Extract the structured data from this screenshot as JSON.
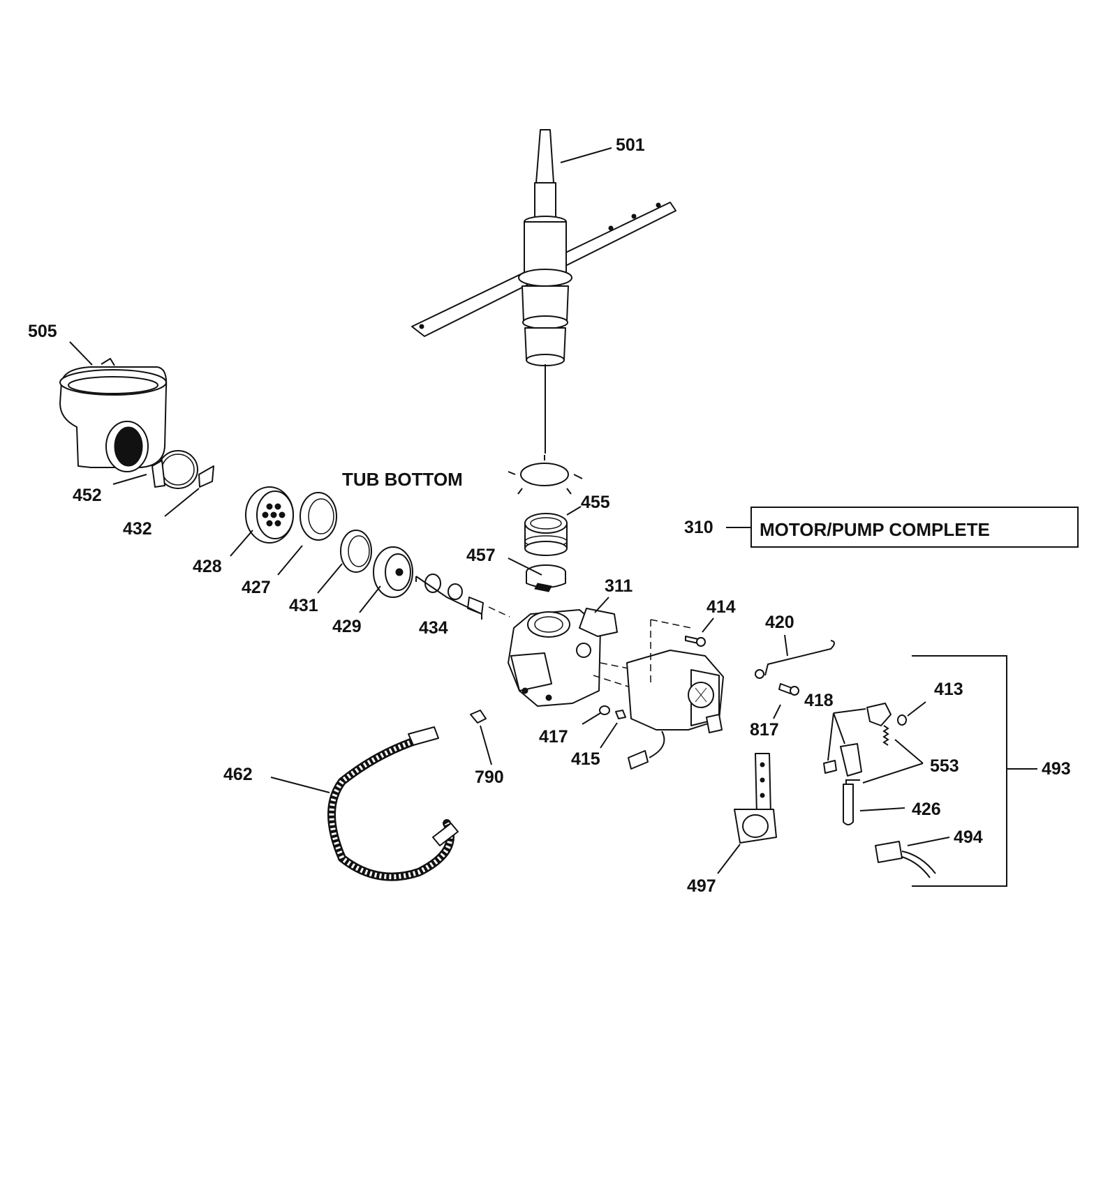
{
  "callouts": {
    "c501": "501",
    "c505": "505",
    "c452": "452",
    "c432": "432",
    "c428": "428",
    "c427": "427",
    "c431": "431",
    "c429": "429",
    "c434": "434",
    "c455": "455",
    "c457": "457",
    "c311": "311",
    "c310": "310",
    "c414": "414",
    "c420": "420",
    "c413": "413",
    "c418": "418",
    "c553": "553",
    "c493": "493",
    "c817": "817",
    "c417": "417",
    "c415": "415",
    "c790": "790",
    "c462": "462",
    "c426": "426",
    "c494": "494",
    "c497": "497"
  },
  "notes": {
    "tub_bottom": "TUB BOTTOM",
    "motor_pump_complete": "MOTOR/PUMP COMPLETE"
  }
}
